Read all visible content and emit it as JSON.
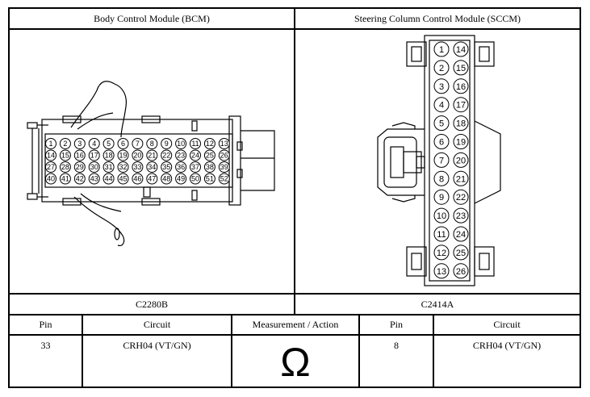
{
  "header": {
    "left_module": "Body Control Module (BCM)",
    "right_module": "Steering Column Control Module (SCCM)"
  },
  "connectors": {
    "left_id": "C2280B",
    "right_id": "C2414A"
  },
  "table": {
    "columns": [
      "Pin",
      "Circuit",
      "Measurement / Action",
      "Pin",
      "Circuit"
    ],
    "row": {
      "left_pin": "33",
      "left_circuit": "CRH04 (VT/GN)",
      "measurement_symbol": "Ω",
      "right_pin": "8",
      "right_circuit": "CRH04 (VT/GN)"
    }
  },
  "bcm_pins": {
    "rows": [
      [
        "1",
        "2",
        "3",
        "4",
        "5",
        "6",
        "7",
        "8",
        "9",
        "10",
        "11",
        "12",
        "13"
      ],
      [
        "14",
        "15",
        "16",
        "17",
        "18",
        "19",
        "20",
        "21",
        "22",
        "23",
        "24",
        "25",
        "26"
      ],
      [
        "27",
        "28",
        "29",
        "30",
        "31",
        "32",
        "33",
        "34",
        "35",
        "36",
        "37",
        "38",
        "39"
      ],
      [
        "40",
        "41",
        "42",
        "43",
        "44",
        "45",
        "46",
        "47",
        "48",
        "49",
        "50",
        "51",
        "52"
      ]
    ]
  },
  "sccm_pins": {
    "left_column": [
      "1",
      "2",
      "3",
      "4",
      "5",
      "6",
      "7",
      "8",
      "9",
      "10",
      "11",
      "12",
      "13"
    ],
    "right_column": [
      "14",
      "15",
      "16",
      "17",
      "18",
      "19",
      "20",
      "21",
      "22",
      "23",
      "24",
      "25",
      "26"
    ]
  }
}
